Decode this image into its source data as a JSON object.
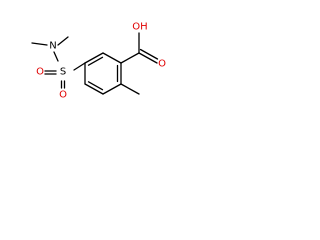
{
  "molecule": {
    "atoms": {
      "nitrogen": "N",
      "sulfur": "S",
      "sulfonyl_oxygen_left": "O",
      "sulfonyl_oxygen_bottom": "O",
      "carboxyl_oxygen": "O",
      "hydroxyl": "OH"
    },
    "colors": {
      "bond": "#000000",
      "text": "#000000",
      "oxygen": "#e00000",
      "background": "#ffffff"
    }
  }
}
